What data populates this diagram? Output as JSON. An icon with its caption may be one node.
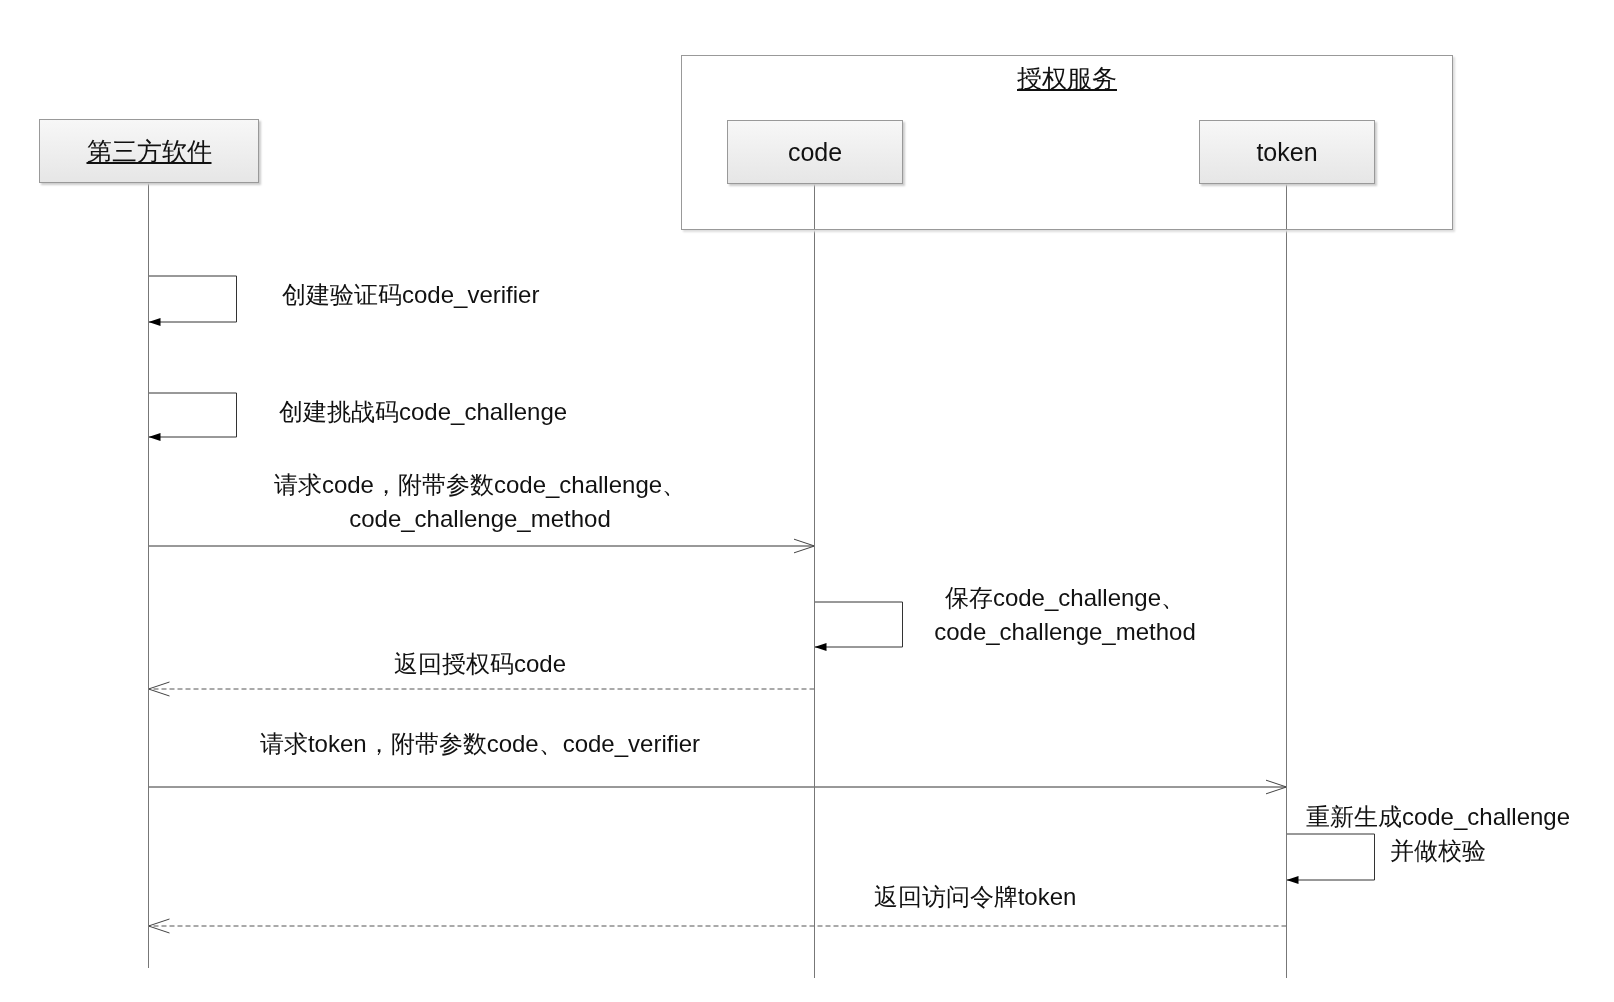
{
  "diagram": {
    "nodes": [
      {
        "text": [
          "授权服务"
        ]
      },
      {
        "text": [
          "第三方软件"
        ]
      },
      {
        "text": [
          "code"
        ],
        "in": 0
      },
      {
        "text": [
          "token"
        ],
        "in": 0
      },
      {
        "text": [],
        "shape": "line"
      },
      {
        "text": [],
        "shape": "line"
      },
      {
        "text": [],
        "shape": "line"
      }
    ],
    "edges": [
      {
        "from": 4,
        "to": 4,
        "arrow": "to",
        "label": "创建验证码code_verifier"
      },
      {
        "from": 4,
        "to": 4,
        "arrow": "to",
        "label": "创建挑战码code_challenge"
      },
      {
        "from": 4,
        "to": 5,
        "arrow": "to",
        "label": "请求code，附带参数code_challenge、code_challenge_method"
      },
      {
        "from": 5,
        "to": 5,
        "arrow": "to",
        "label": "保存code_challenge、code_challenge_method"
      },
      {
        "from": 5,
        "to": 4,
        "arrow": "to",
        "label": "返回授权码code",
        "style": "dashed"
      },
      {
        "from": 4,
        "to": 6,
        "arrow": "to",
        "label": "请求token，附带参数code、code_verifier"
      },
      {
        "from": 6,
        "to": 6,
        "arrow": "to",
        "label": "重新生成code_challenge并做校验"
      },
      {
        "from": 6,
        "to": 4,
        "arrow": "to",
        "label": "返回访问令牌token",
        "style": "dashed"
      }
    ]
  }
}
